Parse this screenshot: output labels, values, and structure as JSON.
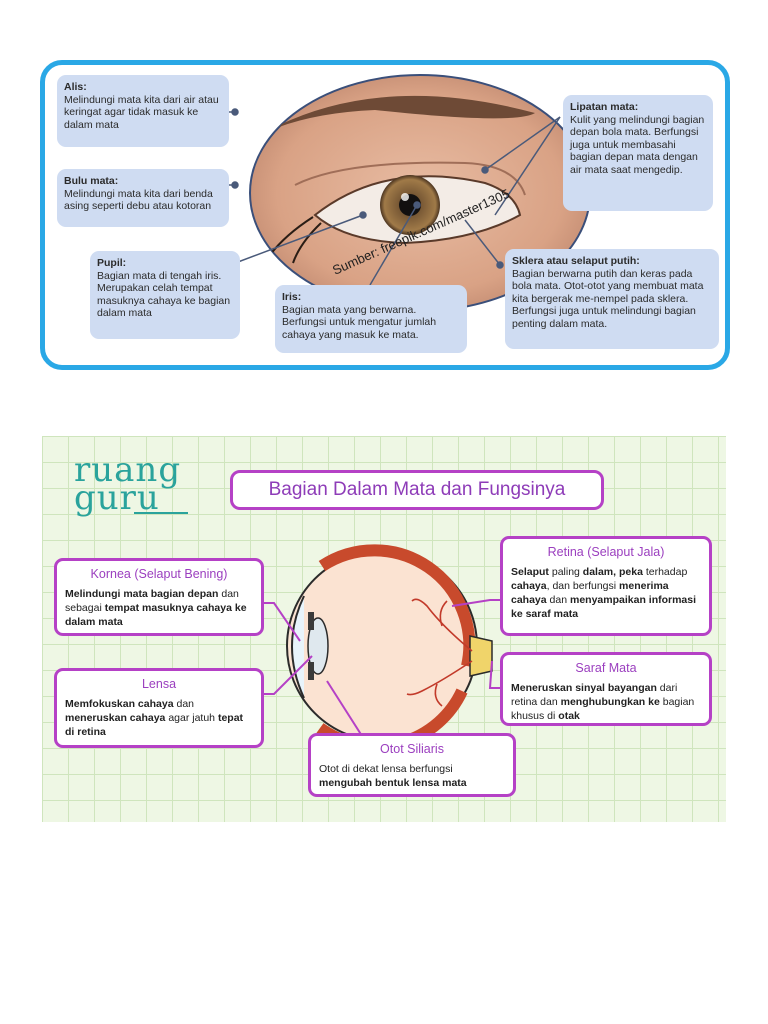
{
  "top_figure": {
    "watermark": "Sumber: freepik.com/master1305",
    "labels": [
      {
        "title": "Alis:",
        "desc": "Melindungi mata kita dari air atau keringat agar tidak masuk ke dalam mata"
      },
      {
        "title": "Bulu mata:",
        "desc": "Melindungi mata kita dari benda asing seperti debu atau kotoran"
      },
      {
        "title": "Pupil:",
        "desc": "Bagian mata di tengah iris. Merupakan celah tempat masuknya cahaya ke bagian dalam mata"
      },
      {
        "title": "Iris:",
        "desc": "Bagian mata yang berwarna. Berfungsi untuk mengatur jumlah cahaya yang masuk ke mata."
      },
      {
        "title": "Lipatan mata:",
        "desc": "Kulit yang melindungi bagian depan bola mata. Berfungsi juga untuk membasahi bagian depan mata dengan air mata saat mengedip."
      },
      {
        "title": "Sklera atau selaput putih:",
        "desc": "Bagian berwarna putih dan keras pada bola mata. Otot-otot yang membuat mata kita bergerak me-nempel pada sklera. Berfungsi juga untuk melindungi bagian penting dalam mata."
      }
    ]
  },
  "bottom_figure": {
    "logo_line1": "ruang",
    "logo_line2": "guru",
    "title": "Bagian Dalam Mata dan Fungsinya",
    "kornea": {
      "heading": "Kornea (Selaput Bening)",
      "p1": "Melindungi mata bagian depan",
      "p2": " dan sebagai ",
      "p3": "tempat masuknya cahaya ke dalam mata"
    },
    "lensa": {
      "heading": "Lensa",
      "p1": "Memfokuskan cahaya",
      "p2": " dan ",
      "p3": "meneruskan cahaya",
      "p4": " agar jatuh ",
      "p5": "tepat di retina"
    },
    "otot": {
      "heading": "Otot Siliaris",
      "p1": "Otot di dekat lensa berfungsi ",
      "p2": "mengubah bentuk lensa mata"
    },
    "retina": {
      "heading": "Retina (Selaput Jala)",
      "p1": "Selaput",
      "p2": " paling ",
      "p3": "dalam, peka",
      "p4": " terhadap ",
      "p5": "cahaya",
      "p6": ", dan berfungsi ",
      "p7": "menerima cahaya",
      "p8": " dan ",
      "p9": "menyampaikan informasi ke saraf mata"
    },
    "saraf": {
      "heading": "Saraf Mata",
      "p1": "Meneruskan sinyal bayangan",
      "p2": " dari retina dan ",
      "p3": "menghubungkan ke",
      "p4": " bagian khusus di ",
      "p5": "otak"
    }
  },
  "colors": {
    "frame_blue": "#2aa8e6",
    "label_bg": "#cfdcf2",
    "purple": "#b541c6",
    "teal": "#2aa39c",
    "grid_bg": "#eef7e4"
  }
}
